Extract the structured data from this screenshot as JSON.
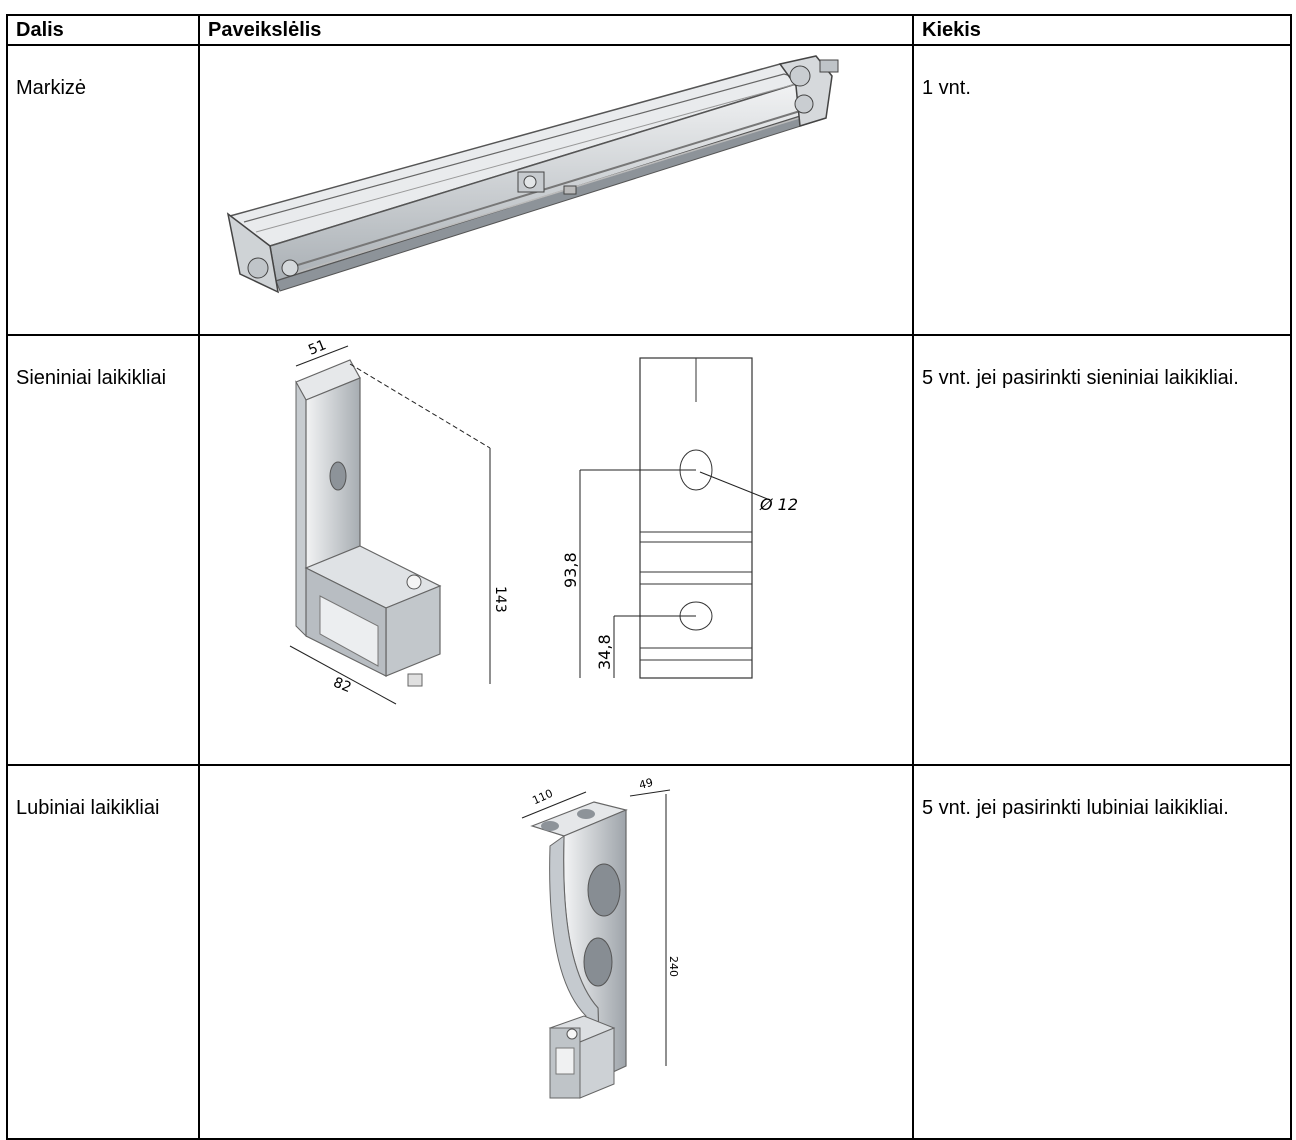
{
  "table": {
    "headers": {
      "part": "Dalis",
      "image": "Paveikslėlis",
      "quantity": "Kiekis"
    },
    "rows": [
      {
        "part": "Markizė",
        "quantity": "1 vnt.",
        "image": {
          "labels": []
        }
      },
      {
        "part": "Sieniniai laikikliai",
        "quantity": "5 vnt. jei pasirinkti sieniniai laikikliai.",
        "image": {
          "labels": [
            "51",
            "143",
            "82",
            "93,8",
            "34,8",
            "Ø 12"
          ]
        }
      },
      {
        "part": "Lubiniai laikikliai",
        "quantity": "5 vnt. jei pasirinkti lubiniai laikikliai.",
        "image": {
          "labels": [
            "110",
            "49",
            "240"
          ]
        }
      }
    ]
  },
  "colors": {
    "border": "#000000",
    "metal_light": "#d9dcdf",
    "metal_dark": "#8d9399"
  }
}
